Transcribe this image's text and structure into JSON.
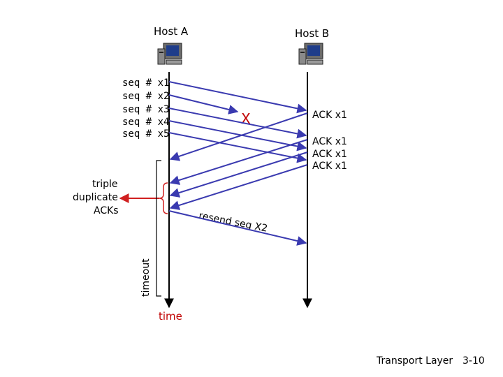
{
  "host_a": {
    "label": "Host A"
  },
  "host_b": {
    "label": "Host B"
  },
  "segments": [
    "seq # x1",
    "seq # x2",
    "seq # x3",
    "seq # x4",
    "seq # x5"
  ],
  "lost_mark": "X",
  "acks": [
    "ACK x1",
    "ACK x1",
    "ACK x1",
    "ACK x1"
  ],
  "triple_dup": {
    "line1": "triple",
    "line2": "duplicate",
    "line3": "ACKs"
  },
  "resend_label": "resend seq X2",
  "timeout_label": "timeout",
  "time_label": "time",
  "footer": {
    "course": "Transport Layer",
    "slide": "3-10"
  },
  "colors": {
    "arrow": "#3a3ab0",
    "highlight": "#d02020",
    "time": "#c00000"
  },
  "icons": {
    "host": "computer-icon"
  }
}
